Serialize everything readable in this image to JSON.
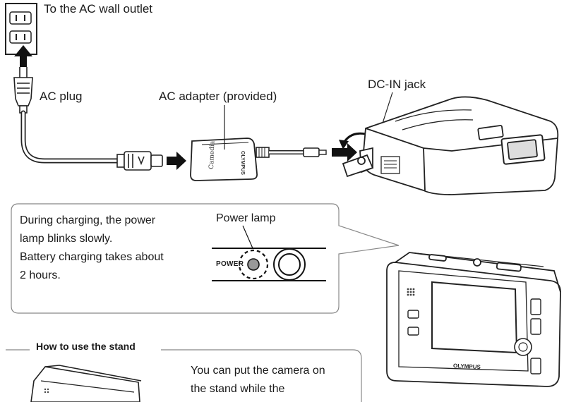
{
  "labels": {
    "wall_outlet": "To the AC wall outlet",
    "ac_plug": "AC plug",
    "ac_adapter": "AC adapter (provided)",
    "dc_in_jack": "DC-IN jack",
    "power_lamp": "Power lamp",
    "power_marking": "POWER"
  },
  "callout": {
    "lines": [
      "During charging, the power",
      "lamp blinks slowly.",
      "Battery charging takes about",
      "2 hours."
    ]
  },
  "stand": {
    "title": "How to use the stand",
    "lines": [
      "You can put the camera on",
      "the stand while the"
    ]
  },
  "brand": {
    "camera_logo": "OLYMPUS",
    "adapter_logo": "OLYMPUS"
  }
}
